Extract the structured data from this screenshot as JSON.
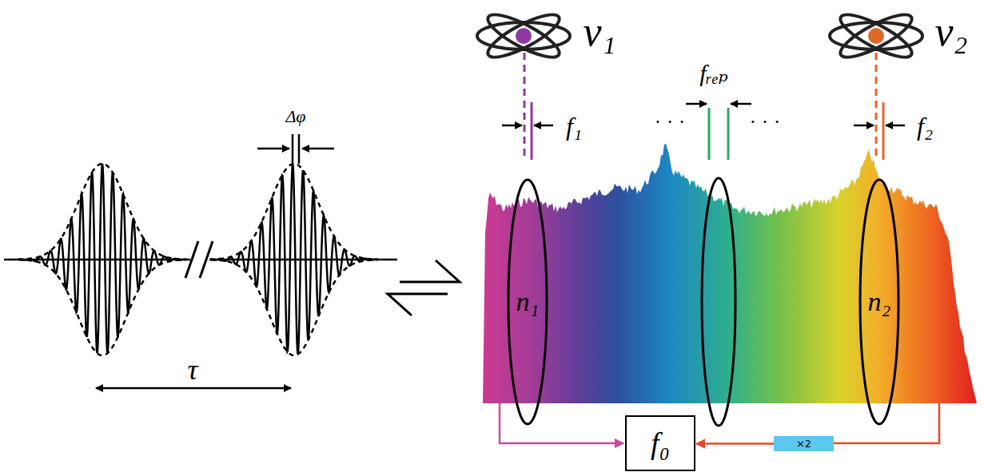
{
  "diagram": {
    "nodes": [
      {
        "text": [
          "n₁"
        ]
      },
      {
        "text": [
          "n₂"
        ]
      },
      {
        "text": [
          "f₀"
        ]
      },
      {
        "text": [
          "×2"
        ]
      }
    ],
    "edges": [
      {
        "from": 3,
        "to": 2,
        "arrow": "to"
      }
    ],
    "labels": [
      "Δφ",
      "τ",
      "ν₁",
      "ν₂",
      "f₁",
      "fᵣₑₚ",
      "f₂",
      "· · ·",
      "· · ·"
    ]
  }
}
